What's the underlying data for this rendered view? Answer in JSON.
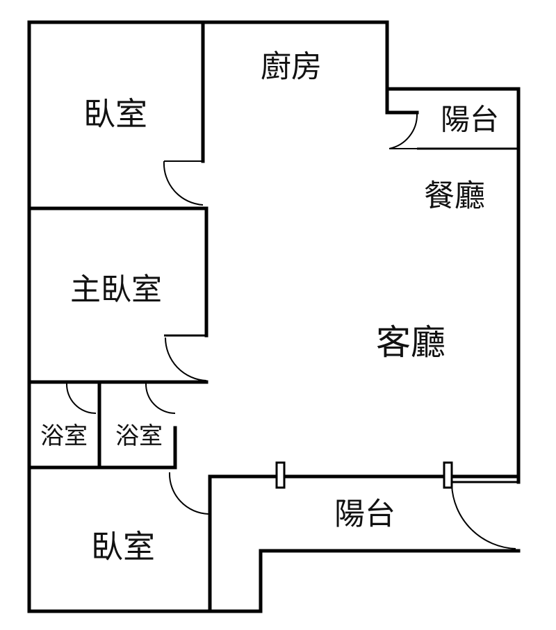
{
  "rooms": {
    "kitchen": "廚房",
    "balcony_top": "陽台",
    "bedroom_top": "臥室",
    "dining": "餐廳",
    "master_bedroom": "主臥室",
    "living": "客廳",
    "bath_left": "浴室",
    "bath_right": "浴室",
    "bedroom_bottom": "臥室",
    "balcony_bottom": "陽台"
  }
}
